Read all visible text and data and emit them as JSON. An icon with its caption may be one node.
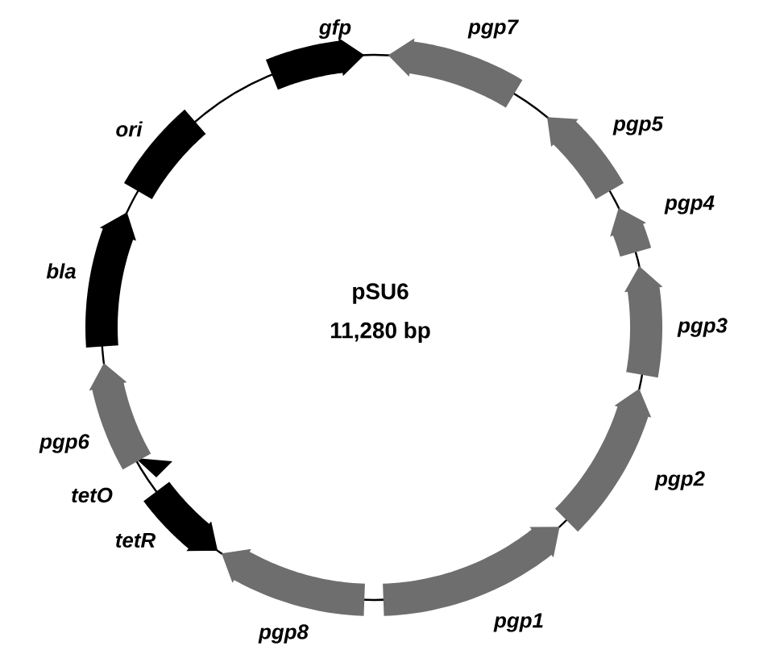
{
  "diagram": {
    "nodes": [
      {
        "text": [
          "gfp"
        ]
      },
      {
        "text": [
          "pgp7"
        ]
      },
      {
        "text": [
          "pgp5"
        ]
      },
      {
        "text": [
          "pgp4"
        ]
      },
      {
        "text": [
          "pgp3"
        ]
      },
      {
        "text": [
          "pgp2"
        ]
      },
      {
        "text": [
          "pgp1"
        ]
      },
      {
        "text": [
          "pgp8"
        ]
      },
      {
        "text": [
          "tetR"
        ]
      },
      {
        "text": [
          "tetO"
        ]
      },
      {
        "text": [
          "pgp6"
        ]
      },
      {
        "text": [
          "bla"
        ]
      },
      {
        "text": [
          "ori"
        ]
      }
    ],
    "labels": [
      "pSU6",
      "11,280 bp"
    ]
  }
}
